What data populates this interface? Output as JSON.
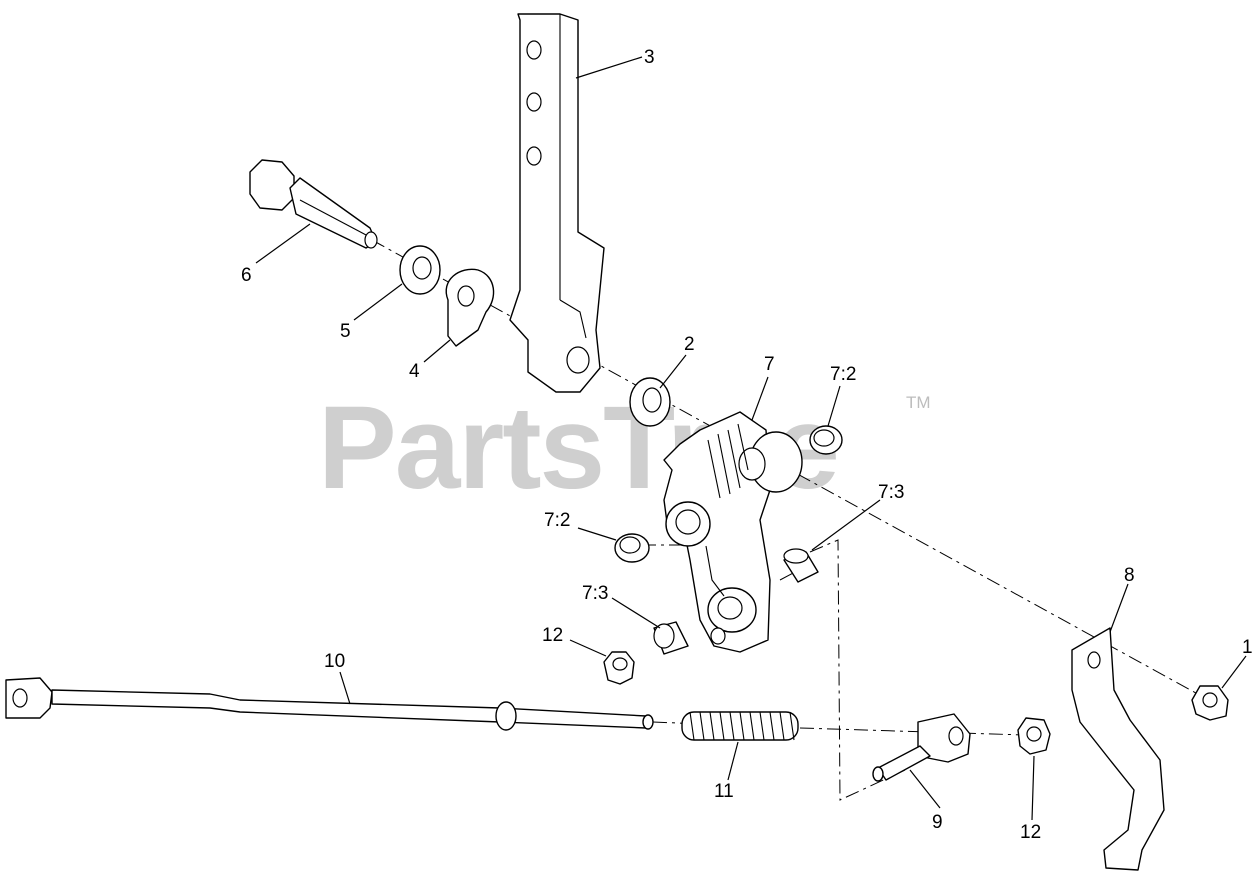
{
  "watermark": {
    "text": "PartsTree",
    "trademark": "TM"
  },
  "callouts": [
    {
      "id": "callout-3",
      "label": "3"
    },
    {
      "id": "callout-6",
      "label": "6"
    },
    {
      "id": "callout-5",
      "label": "5"
    },
    {
      "id": "callout-4",
      "label": "4"
    },
    {
      "id": "callout-2",
      "label": "2"
    },
    {
      "id": "callout-7",
      "label": "7"
    },
    {
      "id": "callout-7-2a",
      "label": "7:2"
    },
    {
      "id": "callout-7-3a",
      "label": "7:3"
    },
    {
      "id": "callout-7-2b",
      "label": "7:2"
    },
    {
      "id": "callout-7-3b",
      "label": "7:3"
    },
    {
      "id": "callout-12a",
      "label": "12"
    },
    {
      "id": "callout-8",
      "label": "8"
    },
    {
      "id": "callout-1",
      "label": "1"
    },
    {
      "id": "callout-10",
      "label": "10"
    },
    {
      "id": "callout-11",
      "label": "11"
    },
    {
      "id": "callout-9",
      "label": "9"
    },
    {
      "id": "callout-12b",
      "label": "12"
    }
  ]
}
